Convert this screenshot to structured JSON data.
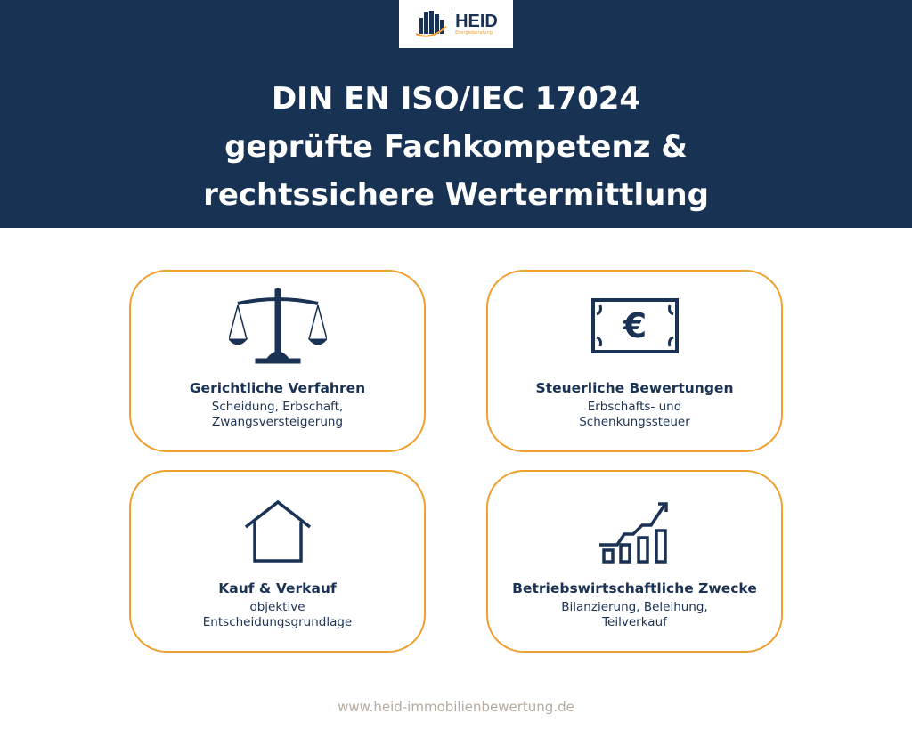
{
  "logo": {
    "name": "HEID",
    "tagline": "Energieberatung"
  },
  "header": {
    "title_lines": [
      "DIN EN ISO/IEC 17024",
      "geprüfte Fachkompetenz &",
      "rechtssichere Wertermittlung"
    ]
  },
  "cards": [
    {
      "icon": "scales-icon",
      "title": "Gerichtliche Verfahren",
      "lines": [
        "Scheidung, Erbschaft,",
        "Zwangsversteigerung"
      ]
    },
    {
      "icon": "euro-banknote-icon",
      "title": "Steuerliche Bewertungen",
      "lines": [
        "Erbschafts- und",
        "Schenkungssteuer"
      ]
    },
    {
      "icon": "house-icon",
      "title": "Kauf & Verkauf",
      "lines": [
        "objektive",
        "Entscheidungsgrundlage"
      ]
    },
    {
      "icon": "growth-chart-icon",
      "title": "Betriebswirtschaftliche Zwecke",
      "lines": [
        "Bilanzierung, Beleihung,",
        "Teilverkauf"
      ]
    }
  ],
  "colors": {
    "navy": "#173253",
    "accent": "#f0a030"
  },
  "footer": {
    "url": "www.heid-immobilienbewertung.de"
  }
}
